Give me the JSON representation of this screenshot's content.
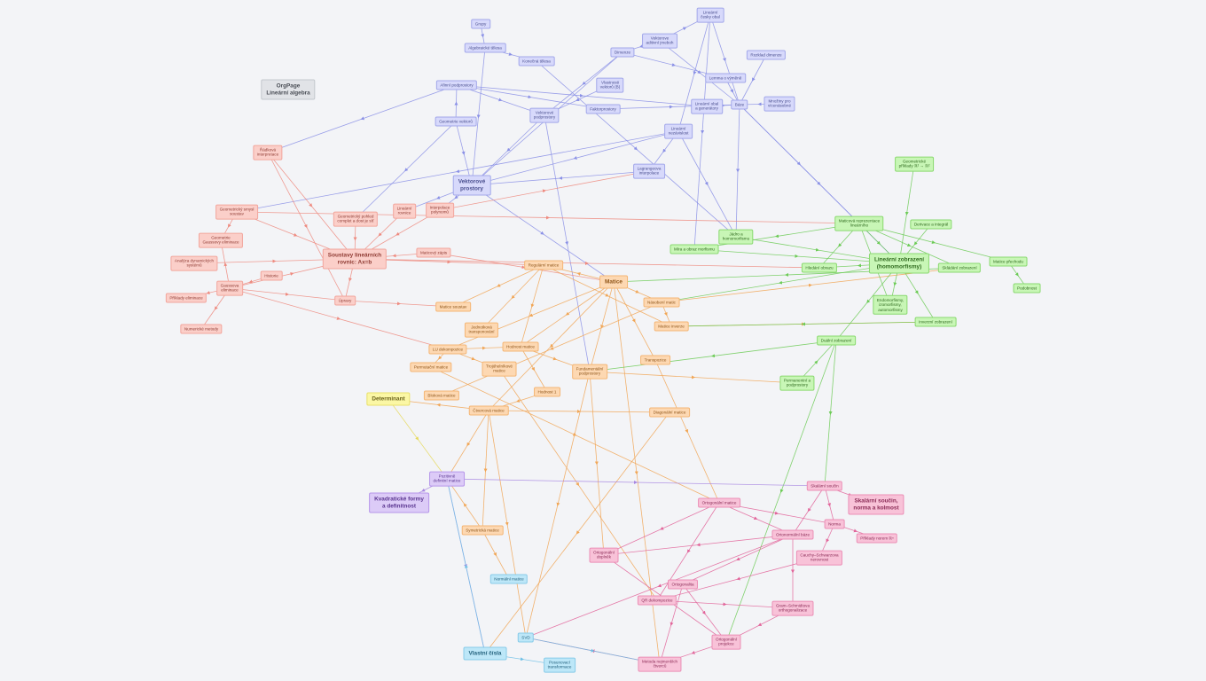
{
  "colors": {
    "blue": {
      "bg": "#d7d9fb",
      "border": "#a3a8ea",
      "text": "#4a4f8f",
      "edge": "#8a90e6"
    },
    "red": {
      "bg": "#fbcfc9",
      "border": "#f2a69d",
      "text": "#8f3b33",
      "edge": "#ee8a7f"
    },
    "orange": {
      "bg": "#fdd8b2",
      "border": "#f4b676",
      "text": "#8f5519",
      "edge": "#f1a656"
    },
    "green": {
      "bg": "#c8f6b6",
      "border": "#8ad970",
      "text": "#2f6a1e",
      "edge": "#6ccb56"
    },
    "pink": {
      "bg": "#f8c2d8",
      "border": "#eb8fb6",
      "text": "#8a2a55",
      "edge": "#e2649a"
    },
    "purple": {
      "bg": "#dccbf7",
      "border": "#b696ea",
      "text": "#5a3590",
      "edge": "#a988e2"
    },
    "cyan": {
      "bg": "#bde7f8",
      "border": "#88cbe9",
      "text": "#1f5e7a",
      "edge": "#6fc0e6"
    },
    "yellow": {
      "bg": "#fbf7a5",
      "border": "#e9e06a",
      "text": "#6a621a",
      "edge": "#e6d95c"
    },
    "gray": {
      "bg": "#e1e3e7",
      "border": "#c3c7cd",
      "text": "#494d55",
      "edge": "#b4b8c0"
    }
  },
  "nodes": [
    {
      "id": "orgpage",
      "label": "OrgPage\nLineární algebra",
      "color": "gray",
      "big": true
    },
    {
      "id": "grupy",
      "label": "Grupy",
      "color": "blue"
    },
    {
      "id": "algtelesa",
      "label": "Algebraické tělesa",
      "color": "blue"
    },
    {
      "id": "konecna",
      "label": "Konečná tělesa",
      "color": "blue"
    },
    {
      "id": "linearni",
      "label": "Lineární\nčesky obal",
      "color": "blue"
    },
    {
      "id": "vektorve",
      "label": "Vektorove\naditivní jmeboh",
      "color": "blue"
    },
    {
      "id": "dimenze",
      "label": "Dimenze",
      "color": "blue"
    },
    {
      "id": "bazedim",
      "label": "Rozklad dimenze",
      "color": "blue"
    },
    {
      "id": "lemma",
      "label": "Lemma o výměně",
      "color": "blue"
    },
    {
      "id": "afinni",
      "label": "Afinní podprostory",
      "color": "blue"
    },
    {
      "id": "vlastnostbaz",
      "label": "Vlastnosti\nvektorů (B)",
      "color": "blue"
    },
    {
      "id": "vekpodp",
      "label": "Vektorové\npodprostory",
      "color": "blue"
    },
    {
      "id": "faktor",
      "label": "Faktorprostory",
      "color": "blue"
    },
    {
      "id": "linobal",
      "label": "Lineární obal\na generátory",
      "color": "blue"
    },
    {
      "id": "baze",
      "label": "Báze",
      "color": "blue"
    },
    {
      "id": "mnoziny",
      "label": "Množiny pro\nvícenásobné",
      "color": "blue"
    },
    {
      "id": "geomvek",
      "label": "Geometrie vektorů",
      "color": "blue"
    },
    {
      "id": "linnezav",
      "label": "Lineární\nnezávislost",
      "color": "blue"
    },
    {
      "id": "lagrange",
      "label": "Lagrangeova\ninterpolace",
      "color": "blue"
    },
    {
      "id": "vektprost",
      "label": "Vektorové\nprostory",
      "color": "blue",
      "big": true
    },
    {
      "id": "radkova",
      "label": "Řádková\ninterpretace",
      "color": "red"
    },
    {
      "id": "geomsoust",
      "label": "Geometrický smysl\nsoustav",
      "color": "red"
    },
    {
      "id": "geominterp",
      "label": "Geometrický pohled\ncomplet a dost je síť",
      "color": "red"
    },
    {
      "id": "lingeom",
      "label": "Lineární\nrovnice",
      "color": "red"
    },
    {
      "id": "interpol",
      "label": "Interpolace\npolynomů",
      "color": "red"
    },
    {
      "id": "geomgaus",
      "label": "Geometrie\nGaussovy eliminace",
      "color": "red"
    },
    {
      "id": "soustavy",
      "label": "Soustavy lineárních\nrovnic: Ax=b",
      "color": "red",
      "big": true
    },
    {
      "id": "maticovyzapis",
      "label": "Maticový zápis",
      "color": "red"
    },
    {
      "id": "analyza",
      "label": "Analýza dynamických\nsystémů",
      "color": "red"
    },
    {
      "id": "historie",
      "label": "Historie",
      "color": "red"
    },
    {
      "id": "gauss",
      "label": "Gaussova\neliminace",
      "color": "red"
    },
    {
      "id": "priklady",
      "label": "Příklady eliminace",
      "color": "red"
    },
    {
      "id": "upravy",
      "label": "Úpravy",
      "color": "red"
    },
    {
      "id": "numerika",
      "label": "Numerické metody",
      "color": "red"
    },
    {
      "id": "regularni",
      "label": "Regulární matice",
      "color": "orange"
    },
    {
      "id": "matice",
      "label": "Matice",
      "color": "orange",
      "big": true
    },
    {
      "id": "nasobeni",
      "label": "Násobení matic",
      "color": "orange"
    },
    {
      "id": "maticesoust",
      "label": "Matice soustav",
      "color": "orange"
    },
    {
      "id": "jednotkova",
      "label": "Jednotková\ntransponování",
      "color": "orange"
    },
    {
      "id": "inverze",
      "label": "Matice inverze",
      "color": "orange"
    },
    {
      "id": "lu",
      "label": "LU dekompozice",
      "color": "orange"
    },
    {
      "id": "hodnost",
      "label": "Hodnost matice",
      "color": "orange"
    },
    {
      "id": "permutacni",
      "label": "Permutační matice",
      "color": "orange"
    },
    {
      "id": "trojuhel",
      "label": "Trojúhelníkové\nmatice",
      "color": "orange"
    },
    {
      "id": "fundamentalni",
      "label": "Fundamentální\npodprostory",
      "color": "orange"
    },
    {
      "id": "transpozice",
      "label": "Transpozice",
      "color": "orange"
    },
    {
      "id": "blokova",
      "label": "Bloková matice",
      "color": "orange"
    },
    {
      "id": "hodnost1",
      "label": "Hodnost 1",
      "color": "orange"
    },
    {
      "id": "ctvercova",
      "label": "Čtvercová matice",
      "color": "orange"
    },
    {
      "id": "diagonalni",
      "label": "Diagonální matice",
      "color": "orange"
    },
    {
      "id": "symetricka",
      "label": "Symetrická matice",
      "color": "orange"
    },
    {
      "id": "maticovareprez",
      "label": "Maticová reprezentace\nlineárního",
      "color": "green"
    },
    {
      "id": "geomprik",
      "label": "Geometrické\npříklady ℝ² → ℝ²",
      "color": "green"
    },
    {
      "id": "derivace",
      "label": "Derivace a integrál",
      "color": "green"
    },
    {
      "id": "jadro",
      "label": "Jádro a\nhomomorfismu",
      "color": "green"
    },
    {
      "id": "mira",
      "label": "Míra a obraz morfismu",
      "color": "green"
    },
    {
      "id": "linzobr",
      "label": "Lineární zobrazení\n(homomorfismy)",
      "color": "green",
      "big": true
    },
    {
      "id": "matpre",
      "label": "Matice přechodu",
      "color": "green"
    },
    {
      "id": "hledani",
      "label": "Hledání obrazu",
      "color": "green"
    },
    {
      "id": "skladani",
      "label": "Skládání zobrazení",
      "color": "green"
    },
    {
      "id": "podobnost",
      "label": "Podobnost",
      "color": "green"
    },
    {
      "id": "endomorf",
      "label": "Endomorfismy,\nizomorfismy,\nautomorfismy",
      "color": "green"
    },
    {
      "id": "inverzni",
      "label": "Inverzní zobrazení",
      "color": "green"
    },
    {
      "id": "dualni",
      "label": "Duální zobrazení",
      "color": "green"
    },
    {
      "id": "permanentni",
      "label": "Permanentní a\npodprostory",
      "color": "green"
    },
    {
      "id": "determinant",
      "label": "Determinant",
      "color": "yellow",
      "big": true
    },
    {
      "id": "pozdefin",
      "label": "Pozitivně\ndefinitní matice",
      "color": "purple"
    },
    {
      "id": "kvadraticke",
      "label": "Kvadratické formy\na definitnost",
      "color": "purple",
      "big": true
    },
    {
      "id": "skalarni",
      "label": "Skalární součin",
      "color": "pink"
    },
    {
      "id": "skalarnibig",
      "label": "Skalární součin,\nnorma a kolmost",
      "color": "pink",
      "big": true
    },
    {
      "id": "ortogmatice",
      "label": "Ortogonální matice",
      "color": "pink"
    },
    {
      "id": "norma",
      "label": "Norma",
      "color": "pink"
    },
    {
      "id": "prikladynorem",
      "label": "Příklady norem ℝⁿ",
      "color": "pink"
    },
    {
      "id": "ortonorm",
      "label": "Ortonormální báze",
      "color": "pink"
    },
    {
      "id": "cauchy",
      "label": "Cauchy–Schwarzova\nnerovnost",
      "color": "pink"
    },
    {
      "id": "ortogdopl",
      "label": "Ortogonální\ndoplněk",
      "color": "pink"
    },
    {
      "id": "ortogonalita",
      "label": "Ortogonalita",
      "color": "pink"
    },
    {
      "id": "qr",
      "label": "QR dekompozice",
      "color": "pink"
    },
    {
      "id": "gram",
      "label": "Gram–Schmidtova\northogonalizace",
      "color": "pink"
    },
    {
      "id": "ortogproj",
      "label": "Ortogonální\nprojekce",
      "color": "pink"
    },
    {
      "id": "nejmensi",
      "label": "Metoda nejmenších\nčtverců",
      "color": "pink"
    },
    {
      "id": "normalni",
      "label": "Normální matice",
      "color": "cyan"
    },
    {
      "id": "svd",
      "label": "SVD",
      "color": "cyan"
    },
    {
      "id": "vlastni",
      "label": "Vlastní čísla",
      "color": "cyan",
      "big": true
    },
    {
      "id": "posunuti",
      "label": "Posunovací\ntransformace",
      "color": "cyan"
    }
  ],
  "edges": [
    [
      "grupy",
      "algtelesa"
    ],
    [
      "algtelesa",
      "konecna"
    ],
    [
      "algtelesa",
      "vektprost"
    ],
    [
      "vektorve",
      "linearni"
    ],
    [
      "vektorve",
      "dimenze"
    ],
    [
      "dimenze",
      "lemma"
    ],
    [
      "dimenze",
      "vekpodp"
    ],
    [
      "vektorve",
      "baze"
    ],
    [
      "linearni",
      "baze"
    ],
    [
      "linearni",
      "linnezav"
    ],
    [
      "bazedim",
      "baze"
    ],
    [
      "lemma",
      "baze"
    ],
    [
      "linobal",
      "baze"
    ],
    [
      "mnoziny",
      "baze"
    ],
    [
      "faktor",
      "baze"
    ],
    [
      "afinni",
      "vekpodp"
    ],
    [
      "afinni",
      "faktor"
    ],
    [
      "afinni",
      "linobal"
    ],
    [
      "afinni",
      "radkova"
    ],
    [
      "geomvek",
      "afinni"
    ],
    [
      "geomvek",
      "geominterp"
    ],
    [
      "geomvek",
      "vektprost"
    ],
    [
      "vekpodp",
      "vektprost"
    ],
    [
      "vlastnostbaz",
      "vekpodp"
    ],
    [
      "vekpodp",
      "fundamentalni"
    ],
    [
      "linnezav",
      "vektprost"
    ],
    [
      "linnezav",
      "lagrange"
    ],
    [
      "linnezav",
      "geomsoust"
    ],
    [
      "lagrange",
      "vektprost"
    ],
    [
      "vektprost",
      "interpol"
    ],
    [
      "vektprost",
      "lingeom"
    ],
    [
      "vektprost",
      "matice"
    ],
    [
      "baze",
      "maticovareprez"
    ],
    [
      "baze",
      "linzobr"
    ],
    [
      "linearni",
      "mira"
    ],
    [
      "linnezav",
      "jadro"
    ],
    [
      "baze",
      "jadro"
    ],
    [
      "konecna",
      "jadro"
    ],
    [
      "dimenze",
      "vektprost"
    ],
    [
      "radkova",
      "soustavy"
    ],
    [
      "radkova",
      "upravy"
    ],
    [
      "geomsoust",
      "soustavy"
    ],
    [
      "geomsoust",
      "geomgaus"
    ],
    [
      "geomsoust",
      "maticovareprez"
    ],
    [
      "geominterp",
      "soustavy"
    ],
    [
      "lingeom",
      "soustavy"
    ],
    [
      "interpol",
      "soustavy"
    ],
    [
      "interpol",
      "lagrange"
    ],
    [
      "maticovyzapis",
      "soustavy"
    ],
    [
      "maticovyzapis",
      "matice"
    ],
    [
      "analyza",
      "soustavy"
    ],
    [
      "historie",
      "gauss"
    ],
    [
      "gauss",
      "geomgaus"
    ],
    [
      "gauss",
      "priklady"
    ],
    [
      "gauss",
      "upravy"
    ],
    [
      "gauss",
      "lu"
    ],
    [
      "gauss",
      "numerika"
    ],
    [
      "gauss",
      "soustavy"
    ],
    [
      "upravy",
      "maticesoust"
    ],
    [
      "soustavy",
      "upravy"
    ],
    [
      "soustavy",
      "hledani"
    ],
    [
      "soustavy",
      "regularni"
    ],
    [
      "matice",
      "regularni"
    ],
    [
      "matice",
      "nasobeni"
    ],
    [
      "matice",
      "transpozice"
    ],
    [
      "matice",
      "fundamentalni"
    ],
    [
      "matice",
      "hodnost"
    ],
    [
      "matice",
      "lu"
    ],
    [
      "matice",
      "ctvercova"
    ],
    [
      "regularni",
      "jednotkova"
    ],
    [
      "regularni",
      "inverze"
    ],
    [
      "regularni",
      "hodnost"
    ],
    [
      "regularni",
      "maticesoust"
    ],
    [
      "nasobeni",
      "inverze"
    ],
    [
      "nasobeni",
      "blokova"
    ],
    [
      "nasobeni",
      "skladani"
    ],
    [
      "lu",
      "permutacni"
    ],
    [
      "lu",
      "trojuhel"
    ],
    [
      "lu",
      "hodnost"
    ],
    [
      "hodnost",
      "fundamentalni"
    ],
    [
      "hodnost",
      "hodnost1"
    ],
    [
      "fundamentalni",
      "permanentni"
    ],
    [
      "fundamentalni",
      "svd"
    ],
    [
      "fundamentalni",
      "ortogdopl"
    ],
    [
      "ctvercova",
      "diagonalni"
    ],
    [
      "ctvercova",
      "symetricka"
    ],
    [
      "ctvercova",
      "determinant"
    ],
    [
      "symetricka",
      "pozdefin"
    ],
    [
      "symetricka",
      "normalni"
    ],
    [
      "diagonalni",
      "vlastni"
    ],
    [
      "inverze",
      "inverzni"
    ],
    [
      "trojuhel",
      "qr"
    ],
    [
      "transpozice",
      "ortogmatice"
    ],
    [
      "permutacni",
      "ortogmatice"
    ],
    [
      "hodnost1",
      "ctvercova"
    ],
    [
      "matice",
      "nejmensi"
    ],
    [
      "ctvercova",
      "pozdefin"
    ],
    [
      "ctvercova",
      "svd"
    ],
    [
      "maticovareprez",
      "linzobr"
    ],
    [
      "maticovareprez",
      "skladani"
    ],
    [
      "maticovareprez",
      "matpre"
    ],
    [
      "maticovareprez",
      "hledani"
    ],
    [
      "maticovareprez",
      "endomorf"
    ],
    [
      "maticovareprez",
      "mira"
    ],
    [
      "geomprik",
      "linzobr"
    ],
    [
      "derivace",
      "linzobr"
    ],
    [
      "jadro",
      "linzobr"
    ],
    [
      "mira",
      "linzobr"
    ],
    [
      "linzobr",
      "endomorf"
    ],
    [
      "linzobr",
      "inverzni"
    ],
    [
      "linzobr",
      "dualni"
    ],
    [
      "linzobr",
      "hledani"
    ],
    [
      "matpre",
      "podobnost"
    ],
    [
      "skladani",
      "matice"
    ],
    [
      "inverzni",
      "inverze"
    ],
    [
      "dualni",
      "fundamentalni"
    ],
    [
      "permanentni",
      "dualni"
    ],
    [
      "dualni",
      "skalarni"
    ],
    [
      "dualni",
      "ortogproj"
    ],
    [
      "linzobr",
      "nasobeni"
    ],
    [
      "pozdefin",
      "kvadraticke"
    ],
    [
      "pozdefin",
      "skalarni"
    ],
    [
      "pozdefin",
      "vlastni"
    ],
    [
      "determinant",
      "pozdefin"
    ],
    [
      "skalarni",
      "skalarnibig"
    ],
    [
      "skalarni",
      "norma"
    ],
    [
      "skalarni",
      "ortonorm"
    ],
    [
      "norma",
      "prikladynorem"
    ],
    [
      "norma",
      "cauchy"
    ],
    [
      "ortogmatice",
      "norma"
    ],
    [
      "ortogmatice",
      "ortonorm"
    ],
    [
      "ortogmatice",
      "ortogdopl"
    ],
    [
      "ortogmatice",
      "qr"
    ],
    [
      "ortonorm",
      "gram"
    ],
    [
      "ortonorm",
      "ortogdopl"
    ],
    [
      "ortonorm",
      "svd"
    ],
    [
      "ortonorm",
      "ortogonalita"
    ],
    [
      "ortogdopl",
      "ortogproj"
    ],
    [
      "ortogonalita",
      "ortogproj"
    ],
    [
      "ortogonalita",
      "nejmensi"
    ],
    [
      "qr",
      "gram"
    ],
    [
      "gram",
      "ortogproj"
    ],
    [
      "ortogproj",
      "nejmensi"
    ],
    [
      "nejmensi",
      "svd"
    ],
    [
      "cauchy",
      "qr"
    ],
    [
      "vlastni",
      "posunuti"
    ],
    [
      "vlastni",
      "pozdefin"
    ],
    [
      "svd",
      "nejmensi"
    ]
  ]
}
